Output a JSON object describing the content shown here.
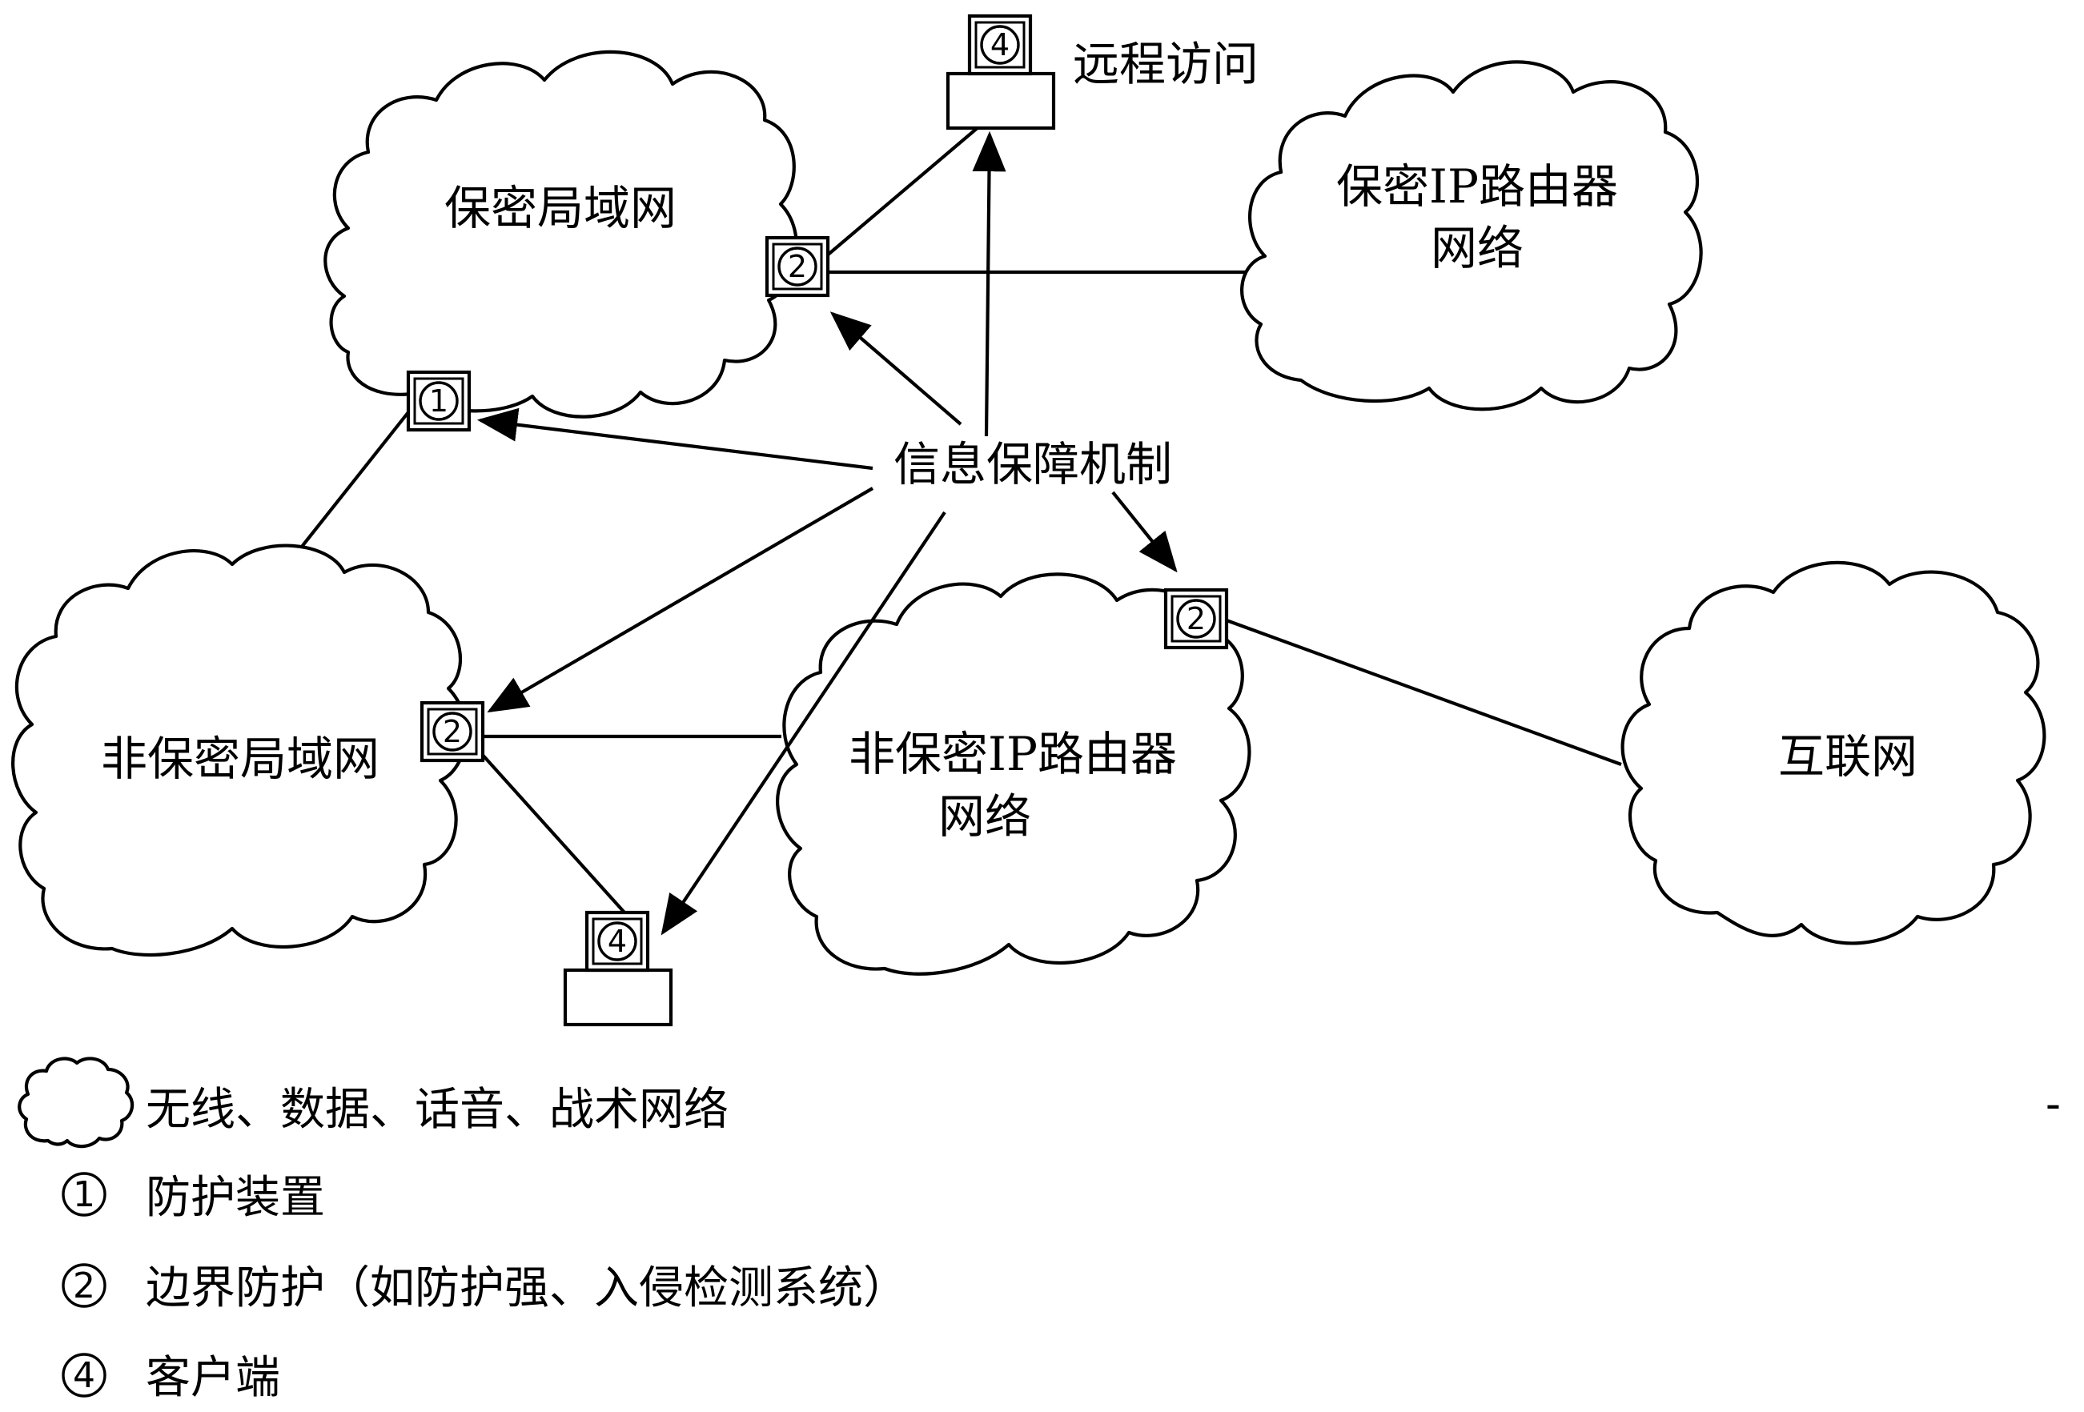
{
  "networks": {
    "secure_lan": "保密局域网",
    "secure_ip_line1": "保密IP路由器",
    "secure_ip_line2": "网络",
    "nonsecure_lan": "非保密局域网",
    "nonsecure_ip_line1": "非保密IP路由器",
    "nonsecure_ip_line2": "网络",
    "internet": "互联网"
  },
  "center_label": "信息保障机制",
  "remote_access": "远程访问",
  "markers": {
    "m1": "1",
    "m2": "2",
    "m4": "4"
  },
  "legend": {
    "cloud_desc": "无线、数据、话音、战术网络",
    "items": [
      {
        "num": "1",
        "text": "防护装置"
      },
      {
        "num": "2",
        "text": "边界防护（如防护强、入侵检测系统）"
      },
      {
        "num": "4",
        "text": "客户端"
      }
    ],
    "dash": "-"
  },
  "icons": {
    "cloud": "cloud-icon",
    "arrow": "arrow-icon"
  }
}
